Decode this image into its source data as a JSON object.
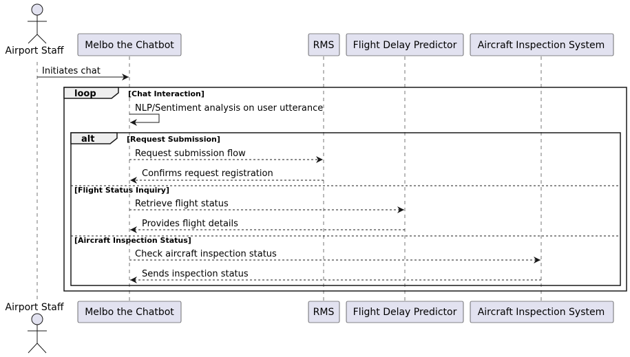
{
  "participants": [
    {
      "id": "staff",
      "label": "Airport Staff",
      "kind": "actor"
    },
    {
      "id": "melbo",
      "label": "Melbo the Chatbot",
      "kind": "participant"
    },
    {
      "id": "rms",
      "label": "RMS",
      "kind": "participant"
    },
    {
      "id": "fdp",
      "label": "Flight Delay Predictor",
      "kind": "participant"
    },
    {
      "id": "ais",
      "label": "Aircraft Inspection System",
      "kind": "participant"
    }
  ],
  "messages": [
    {
      "id": "m1",
      "from": "staff",
      "to": "melbo",
      "label": "Initiates chat",
      "style": "solid"
    },
    {
      "id": "m2",
      "from": "melbo",
      "to": "melbo",
      "label": "NLP/Sentiment analysis on user utterance",
      "style": "solid"
    },
    {
      "id": "m3",
      "from": "melbo",
      "to": "rms",
      "label": "Request submission flow",
      "style": "dashed"
    },
    {
      "id": "m4",
      "from": "rms",
      "to": "melbo",
      "label": "Confirms request registration",
      "style": "dashed"
    },
    {
      "id": "m5",
      "from": "melbo",
      "to": "fdp",
      "label": "Retrieve flight status",
      "style": "dashed"
    },
    {
      "id": "m6",
      "from": "fdp",
      "to": "melbo",
      "label": "Provides flight details",
      "style": "dashed"
    },
    {
      "id": "m7",
      "from": "melbo",
      "to": "ais",
      "label": "Check aircraft inspection status",
      "style": "dashed"
    },
    {
      "id": "m8",
      "from": "ais",
      "to": "melbo",
      "label": "Sends inspection status",
      "style": "dashed"
    }
  ],
  "fragments": {
    "loop": {
      "keyword": "loop",
      "guard": "[Chat Interaction]"
    },
    "alt": {
      "keyword": "alt",
      "guard": "[Request Submission]",
      "else_guards": [
        "[Flight Status Inquiry]",
        "[Aircraft Inspection Status]"
      ]
    }
  },
  "colors": {
    "participant_fill": "#E2E2F0",
    "participant_border": "#181818",
    "lifeline": "#181818",
    "frame_tab_fill": "#EEEEEE",
    "line": "#181818"
  }
}
